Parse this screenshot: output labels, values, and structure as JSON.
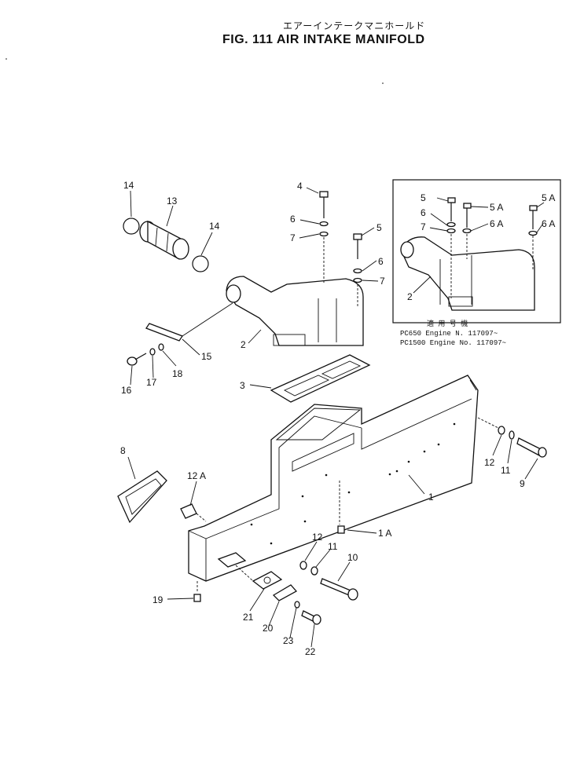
{
  "title": {
    "japanese": "エアーインテークマニホールド",
    "english": "FIG. 111  AIR INTAKE MANIFOLD"
  },
  "inset_note": {
    "header": "適 用 号 機",
    "lines": [
      "PC650   Engine N.  117097~",
      "PC1500  Engine No. 117097~"
    ]
  },
  "labels": {
    "l1": "1",
    "l1A": "1 A",
    "l2": "2",
    "l2b": "2",
    "l3": "3",
    "l4": "4",
    "l5": "5",
    "l5b": "5",
    "l5A": "5 A",
    "l5Ab": "5 A",
    "l6": "6",
    "l6b": "6",
    "l6c": "6",
    "l6A": "6 A",
    "l6Ab": "6 A",
    "l7": "7",
    "l7b": "7",
    "l7c": "7",
    "l8": "8",
    "l9": "9",
    "l10": "10",
    "l11": "11",
    "l11b": "11",
    "l12": "12",
    "l12b": "12",
    "l12A": "12 A",
    "l13": "13",
    "l14": "14",
    "l14b": "14",
    "l15": "15",
    "l16": "16",
    "l17": "17",
    "l18": "18",
    "l19": "19",
    "l20": "20",
    "l21": "21",
    "l22": "22",
    "l23": "23"
  }
}
